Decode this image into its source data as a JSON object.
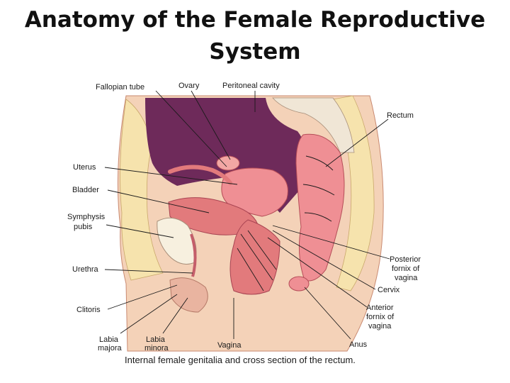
{
  "title": {
    "line1": "Anatomy of the Female Reproductive",
    "line2": "System"
  },
  "labels": {
    "fallopian_tube": "Fallopian tube",
    "ovary": "Ovary",
    "peritoneal_cavity": "Peritoneal cavity",
    "rectum": "Rectum",
    "uterus": "Uterus",
    "bladder": "Bladder",
    "symphysis_pubis_1": "Symphysis",
    "symphysis_pubis_2": "pubis",
    "urethra": "Urethra",
    "clitoris": "Clitoris",
    "labia_majora_1": "Labia",
    "labia_majora_2": "majora",
    "labia_minora_1": "Labia",
    "labia_minora_2": "minora",
    "vagina": "Vagina",
    "anus": "Anus",
    "posterior_fornix_1": "Posterior",
    "posterior_fornix_2": "fornix of",
    "posterior_fornix_3": "vagina",
    "cervix": "Cervix",
    "anterior_fornix_1": "Anterior",
    "anterior_fornix_2": "fornix of",
    "anterior_fornix_3": "vagina"
  },
  "caption": "Internal female genitalia and cross section of the rectum.",
  "colors": {
    "cavity": "#6e2a5a",
    "fat": "#f6e3ad",
    "tissue": "#e9b4a0",
    "muscle": "#e27a7c",
    "organ_pink": "#ef8f94",
    "bone": "#f7f0df",
    "skin": "#f4d2b8"
  }
}
